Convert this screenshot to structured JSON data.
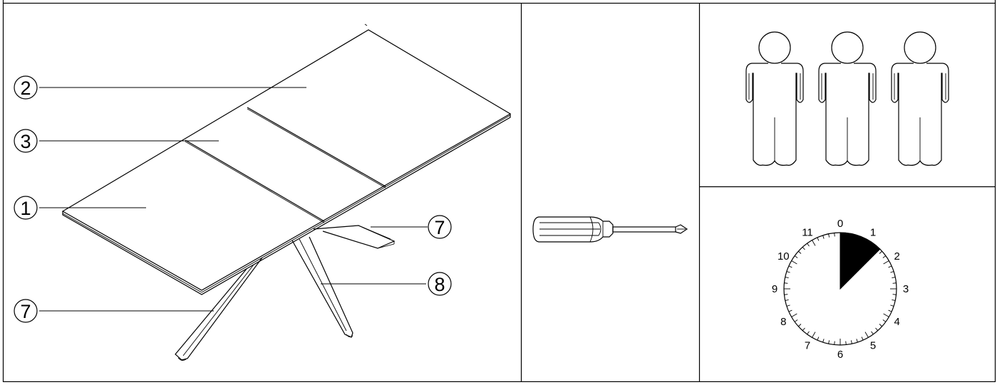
{
  "callouts": {
    "top_panel": "2",
    "middle_panel": "3",
    "front_panel": "1",
    "rear_leg_right": "7",
    "front_leg_left": "7",
    "center_leg": "8"
  },
  "icons": {
    "tool": "screwdriver-icon",
    "people": [
      "person-icon",
      "person-icon",
      "person-icon"
    ],
    "time": "clock-dial-icon"
  },
  "people_required": 3,
  "clock": {
    "labels": [
      "0",
      "1",
      "2",
      "3",
      "4",
      "5",
      "6",
      "7",
      "8",
      "9",
      "10",
      "11"
    ],
    "shaded_from": 0,
    "shaded_to": 1.5
  }
}
